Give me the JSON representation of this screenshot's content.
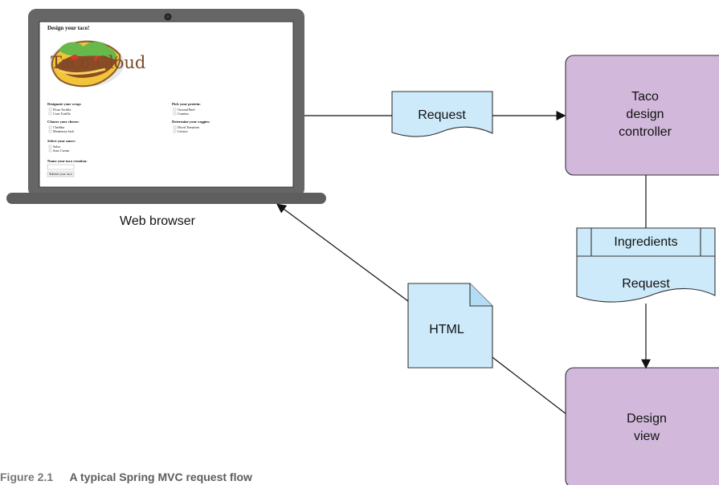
{
  "browser": {
    "caption": "Web browser",
    "page_title": "Design your taco!",
    "logo_text": "Taco Cloud",
    "sections": {
      "wrap": {
        "heading": "Designate your wrap:",
        "options": [
          "Flour Tortilla",
          "Corn Tortilla"
        ]
      },
      "protein": {
        "heading": "Pick your protein:",
        "options": [
          "Ground Beef",
          "Carnitas"
        ]
      },
      "cheese": {
        "heading": "Choose your cheese:",
        "options": [
          "Cheddar",
          "Monterrey Jack"
        ]
      },
      "veggies": {
        "heading": "Determine your veggies:",
        "options": [
          "Diced Tomatoes",
          "Lettuce"
        ]
      },
      "sauce": {
        "heading": "Select your sauce:",
        "options": [
          "Salsa",
          "Sour Cream"
        ]
      },
      "name": {
        "heading": "Name your taco creation:"
      }
    },
    "submit_label": "Submit your taco"
  },
  "nodes": {
    "request_doc": "Request",
    "controller": [
      "Taco",
      "design",
      "controller"
    ],
    "model_doc": {
      "top": "Ingredients",
      "bottom": "Request"
    },
    "html_doc": "HTML",
    "design_view": [
      "Design",
      "view"
    ]
  },
  "caption": {
    "label": "Figure 2.1",
    "text": "A typical Spring MVC request flow"
  },
  "colors": {
    "controller_fill": "#d2b9dc",
    "document_fill": "#cdeafb",
    "laptop_frame": "#666666",
    "laptop_base": "#5e5e5e"
  }
}
